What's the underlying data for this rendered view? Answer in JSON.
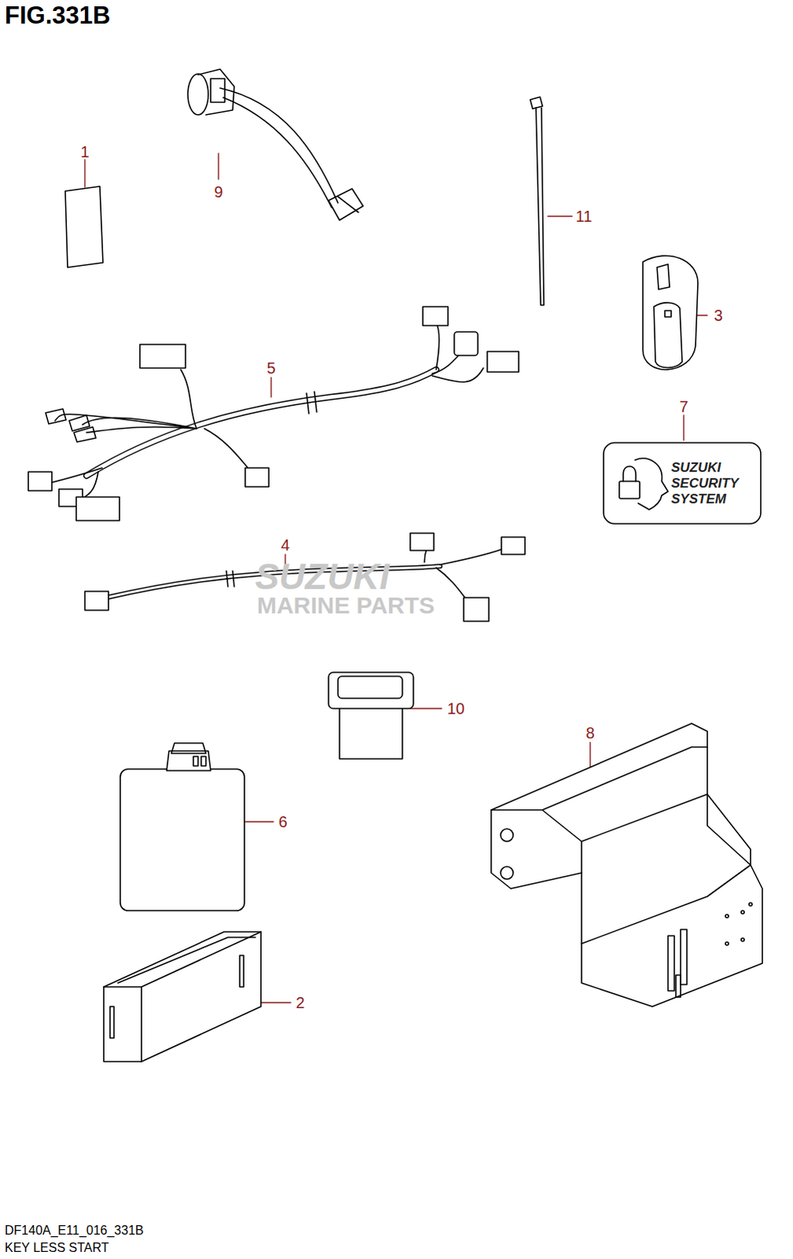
{
  "diagram": {
    "title": "FIG.331B",
    "caption": "KEY LESS START",
    "nodes": [
      {
        "text": [
          "SUZUKI SECURITY SYSTEM"
        ]
      }
    ],
    "labels": [
      "1",
      "9",
      "11",
      "3",
      "7",
      "5",
      "4",
      "SUZUKI",
      "MARINE PARTS",
      "10",
      "8",
      "6",
      "2",
      "DF140A_E11_016_331B"
    ]
  }
}
